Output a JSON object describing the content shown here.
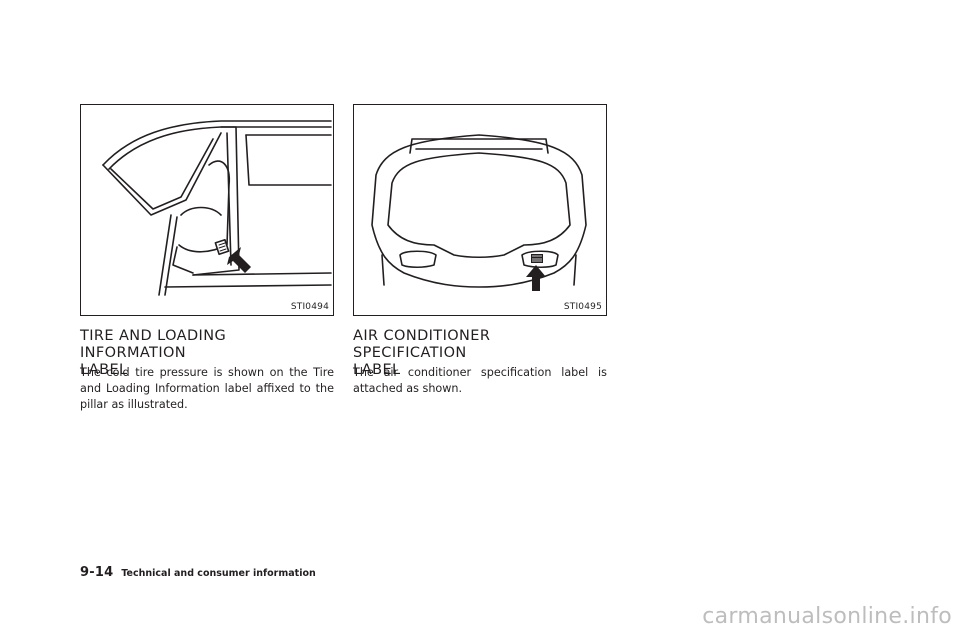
{
  "figures": [
    {
      "code": "STI0494",
      "icon": "car-door-pillar-illustration"
    },
    {
      "code": "STI0495",
      "icon": "open-hood-illustration"
    }
  ],
  "sections": [
    {
      "heading_line1": "TIRE AND LOADING INFORMATION",
      "heading_line2": "LABEL",
      "body": "The cold tire pressure is shown on the Tire and Loading Information label affixed to the pillar as illustrated."
    },
    {
      "heading_line1": "AIR CONDITIONER SPECIFICATION",
      "heading_line2": "LABEL",
      "body": "The air conditioner specification label is attached as shown."
    }
  ],
  "footer": {
    "page_number": "9-14",
    "section_title": "Technical and consumer information"
  },
  "watermark": "carmanualsonline.info"
}
